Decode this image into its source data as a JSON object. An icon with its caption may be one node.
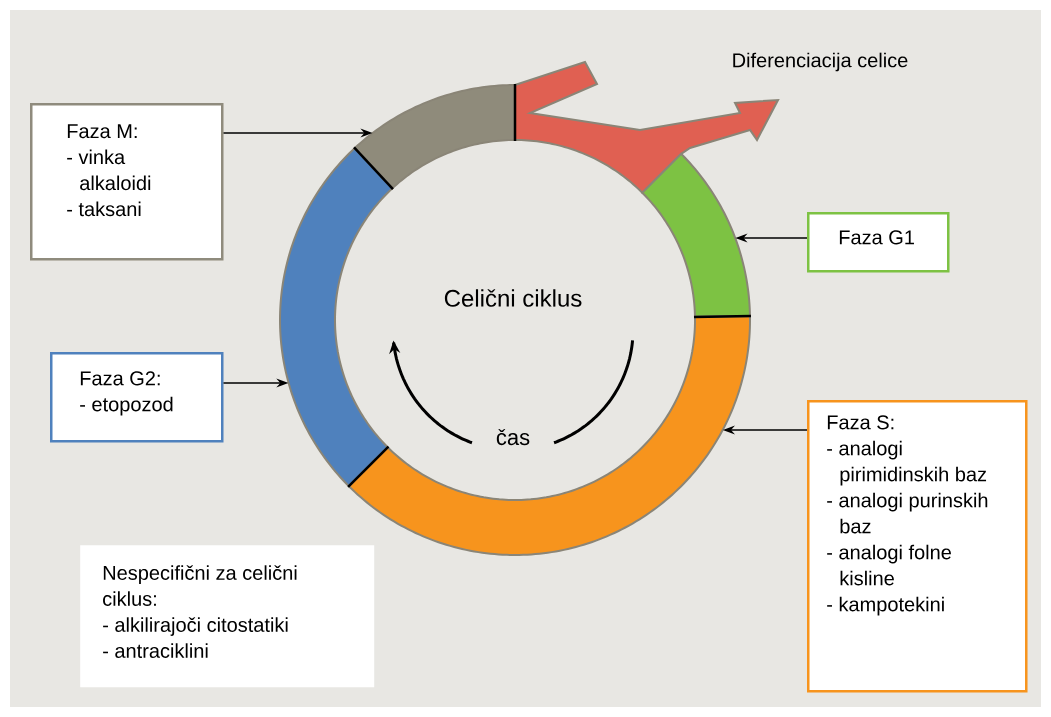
{
  "diagram": {
    "nodes": [
      {
        "text": [
          "Faza M:",
          "- vinka alkaloidi",
          "- taksani"
        ]
      },
      {
        "text": [
          "Faza G1"
        ]
      },
      {
        "text": [
          "Faza G2:",
          "- etopozod"
        ]
      },
      {
        "text": [
          "Faza S:",
          "- analogi pirimidinskih baz",
          "- analogi purinskih baz",
          "- analogi folne kisline",
          "- kampotekini"
        ]
      },
      {
        "text": [
          "Nespecifični za celični ciklus:",
          "- alkilirajoči citostatiki",
          "- antraciklini"
        ]
      },
      {
        "text": [],
        "shape": "arc"
      },
      {
        "text": [],
        "shape": "arc"
      },
      {
        "text": [],
        "shape": "arc"
      },
      {
        "text": [],
        "shape": "arc"
      }
    ],
    "edges": [
      {
        "from": 0,
        "to": 5,
        "arrow": "to"
      },
      {
        "from": 1,
        "to": 6,
        "arrow": "to"
      },
      {
        "from": 2,
        "to": 7,
        "arrow": "to"
      },
      {
        "from": 3,
        "to": 8,
        "arrow": "to"
      }
    ],
    "labels": [
      "Diferenciacija celice",
      "Celični ciklus",
      "čas"
    ]
  }
}
